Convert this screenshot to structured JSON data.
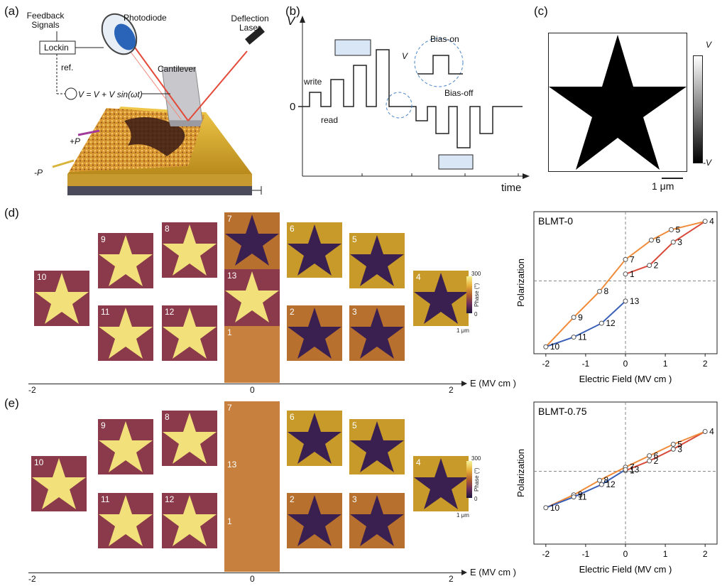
{
  "panels": {
    "a": "(a)",
    "b": "(b)",
    "c": "(c)",
    "d": "(d)",
    "e": "(e)"
  },
  "panel_a": {
    "feedback": "Feedback Signals",
    "photodiode": "Photodiode",
    "deflection": "Deflection Laser",
    "lockin": "Lockin",
    "ref": "ref.",
    "cantilever": "Cantilever",
    "vtip_eq": "V = V + V sin(ωt)",
    "plus_p": "+P",
    "minus_p": "-P"
  },
  "panel_b": {
    "v_axis": "V",
    "time": "time",
    "zero": "0",
    "write": "write",
    "read": "read",
    "bias_on": "Bias-on",
    "bias_off": "Bias-off",
    "vac": "V"
  },
  "panel_c": {
    "vtip_top": "V",
    "vtip_bottom": "-V",
    "scale": "1 μm"
  },
  "colorbar": {
    "max": "300",
    "min": "0",
    "label": "Phase (°)",
    "scale": "1 μm"
  },
  "e_axis": {
    "left": "-2",
    "mid": "0",
    "right": "2",
    "label": "E (MV cm )"
  },
  "tiles_d": [
    {
      "n": "10",
      "bright": true
    },
    {
      "n": "9",
      "bright": true
    },
    {
      "n": "11",
      "bright": true
    },
    {
      "n": "8",
      "bright": true
    },
    {
      "n": "12",
      "bright": true
    },
    {
      "n": "7",
      "bright": false
    },
    {
      "n": "13",
      "bright": true
    },
    {
      "n": "1",
      "bright": null
    },
    {
      "n": "6",
      "bright": false
    },
    {
      "n": "2",
      "bright": false
    },
    {
      "n": "5",
      "bright": false
    },
    {
      "n": "3",
      "bright": false
    },
    {
      "n": "4",
      "bright": false
    }
  ],
  "tiles_e": [
    {
      "n": "10",
      "bright": true
    },
    {
      "n": "9",
      "bright": true
    },
    {
      "n": "11",
      "bright": true
    },
    {
      "n": "8",
      "bright": true
    },
    {
      "n": "12",
      "bright": true
    },
    {
      "n": "7",
      "bright": null
    },
    {
      "n": "13",
      "bright": null
    },
    {
      "n": "1",
      "bright": null
    },
    {
      "n": "6",
      "bright": false
    },
    {
      "n": "2",
      "bright": false
    },
    {
      "n": "5",
      "bright": false
    },
    {
      "n": "3",
      "bright": false
    },
    {
      "n": "4",
      "bright": false
    }
  ],
  "chart_data": [
    {
      "type": "line",
      "title": "BLMT-0",
      "xlabel": "Electric Field (MV cm )",
      "ylabel": "Polarization",
      "xlim": [
        -2.3,
        2.3
      ],
      "xticks": [
        -2,
        -1,
        0,
        1,
        2
      ],
      "series": [
        {
          "values": [
            [
              0,
              0.2
            ],
            [
              0.6,
              0.45
            ],
            [
              1.2,
              1.12
            ],
            [
              2.0,
              1.72
            ]
          ],
          "color": "#d84a3a"
        },
        {
          "values": [
            [
              2.0,
              1.72
            ],
            [
              1.15,
              1.48
            ],
            [
              0.65,
              1.18
            ],
            [
              0,
              0.62
            ],
            [
              -0.65,
              -0.3
            ],
            [
              -1.3,
              -1.05
            ],
            [
              -2.0,
              -1.9
            ]
          ],
          "color": "#f08b3a"
        },
        {
          "values": [
            [
              -2.0,
              -1.9
            ],
            [
              -1.3,
              -1.62
            ],
            [
              -0.6,
              -1.22
            ],
            [
              0,
              -0.58
            ]
          ],
          "color": "#3a5fb8"
        }
      ],
      "points": [
        {
          "label": "1",
          "x": 0,
          "y": 0.2
        },
        {
          "label": "2",
          "x": 0.6,
          "y": 0.45
        },
        {
          "label": "3",
          "x": 1.2,
          "y": 1.12
        },
        {
          "label": "4",
          "x": 2.0,
          "y": 1.72
        },
        {
          "label": "5",
          "x": 1.15,
          "y": 1.48
        },
        {
          "label": "6",
          "x": 0.65,
          "y": 1.18
        },
        {
          "label": "7",
          "x": 0,
          "y": 0.62
        },
        {
          "label": "8",
          "x": -0.65,
          "y": -0.3
        },
        {
          "label": "9",
          "x": -1.3,
          "y": -1.05
        },
        {
          "label": "10",
          "x": -2.0,
          "y": -1.9
        },
        {
          "label": "11",
          "x": -1.3,
          "y": -1.62
        },
        {
          "label": "12",
          "x": -0.6,
          "y": -1.22
        },
        {
          "label": "13",
          "x": 0,
          "y": -0.58
        }
      ]
    },
    {
      "type": "line",
      "title": "BLMT-0.75",
      "xlabel": "Electric Field (MV cm )",
      "ylabel": "Polarization",
      "xlim": [
        -2.3,
        2.3
      ],
      "xticks": [
        -2,
        -1,
        0,
        1,
        2
      ],
      "series": [
        {
          "values": [
            [
              0,
              0.02
            ],
            [
              0.6,
              0.3
            ],
            [
              1.2,
              0.64
            ],
            [
              2.0,
              1.15
            ]
          ],
          "color": "#d84a3a"
        },
        {
          "values": [
            [
              2.0,
              1.15
            ],
            [
              1.2,
              0.78
            ],
            [
              0.6,
              0.45
            ],
            [
              0,
              0.12
            ],
            [
              -0.65,
              -0.26
            ],
            [
              -1.3,
              -0.68
            ],
            [
              -2.0,
              -1.05
            ]
          ],
          "color": "#f08b3a"
        },
        {
          "values": [
            [
              -2.0,
              -1.05
            ],
            [
              -1.3,
              -0.74
            ],
            [
              -0.6,
              -0.38
            ],
            [
              0,
              0.05
            ]
          ],
          "color": "#3a5fb8"
        }
      ],
      "points": [
        {
          "label": "1",
          "x": 0,
          "y": 0.02
        },
        {
          "label": "2",
          "x": 0.6,
          "y": 0.3
        },
        {
          "label": "3",
          "x": 1.2,
          "y": 0.64
        },
        {
          "label": "4",
          "x": 2.0,
          "y": 1.15
        },
        {
          "label": "5",
          "x": 1.2,
          "y": 0.78
        },
        {
          "label": "6",
          "x": 0.6,
          "y": 0.45
        },
        {
          "label": "7",
          "x": 0,
          "y": 0.12
        },
        {
          "label": "8",
          "x": -0.65,
          "y": -0.26
        },
        {
          "label": "9",
          "x": -1.3,
          "y": -0.68
        },
        {
          "label": "10",
          "x": -2.0,
          "y": -1.05
        },
        {
          "label": "11",
          "x": -1.3,
          "y": -0.74
        },
        {
          "label": "12",
          "x": -0.6,
          "y": -0.38
        },
        {
          "label": "13",
          "x": 0,
          "y": 0.05
        }
      ]
    }
  ]
}
